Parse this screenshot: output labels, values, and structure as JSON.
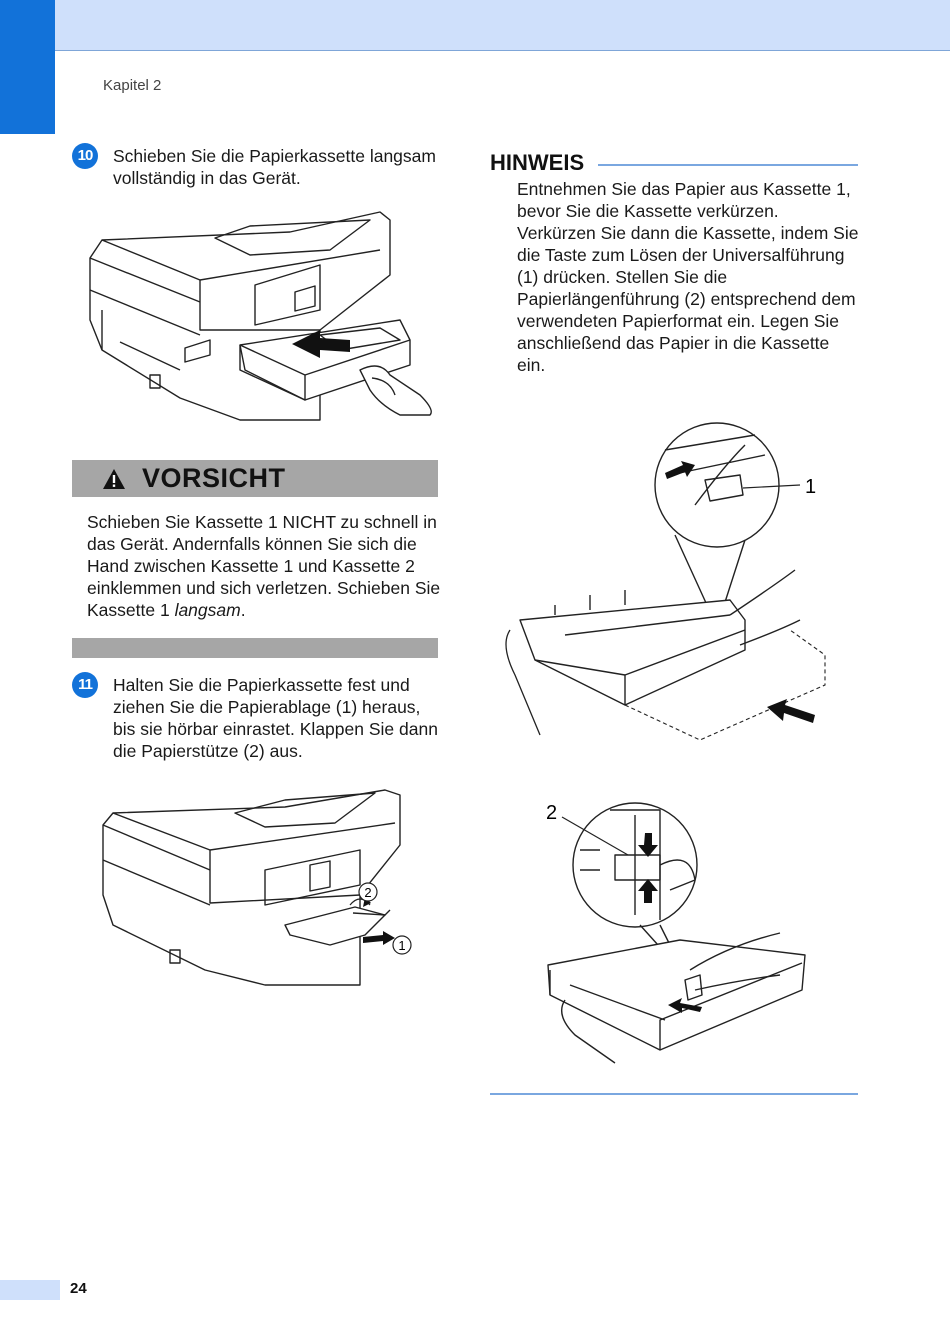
{
  "header": {
    "chapter": "Kapitel 2"
  },
  "steps": [
    {
      "number": "10",
      "text": "Schieben Sie die Papierkassette langsam vollständig in das Gerät."
    },
    {
      "number": "11",
      "text": "Halten Sie die Papierkassette fest und ziehen Sie die Papierablage (1) heraus, bis sie hörbar einrastet. Klappen Sie dann die Papierstütze (2) aus."
    }
  ],
  "caution": {
    "title": "VORSICHT",
    "text_before": "Schieben Sie Kassette 1 NICHT zu schnell in das Gerät. Andernfalls können Sie sich die Hand zwischen Kassette 1 und Kassette 2 einklemmen und sich verletzen. Schieben Sie Kassette 1 ",
    "text_emphasis": "langsam",
    "text_after": "."
  },
  "note": {
    "title": "HINWEIS",
    "text": "Entnehmen Sie das Papier aus Kassette 1, bevor Sie die Kassette verkürzen. Verkürzen Sie dann die Kassette, indem Sie die Taste zum Lösen der Universalführung (1) drücken. Stellen Sie die Papierlängenführung (2) entsprechend dem verwendeten Papierformat ein. Legen Sie anschließend das Papier in die Kassette ein."
  },
  "callouts": {
    "printer2_label1": "1",
    "printer2_label2": "2",
    "tray1_label": "1",
    "tray2_label": "2"
  },
  "footer": {
    "page_number": "24"
  },
  "icons": {
    "warning": "warning-triangle-icon",
    "arrow": "push-arrow-icon"
  }
}
